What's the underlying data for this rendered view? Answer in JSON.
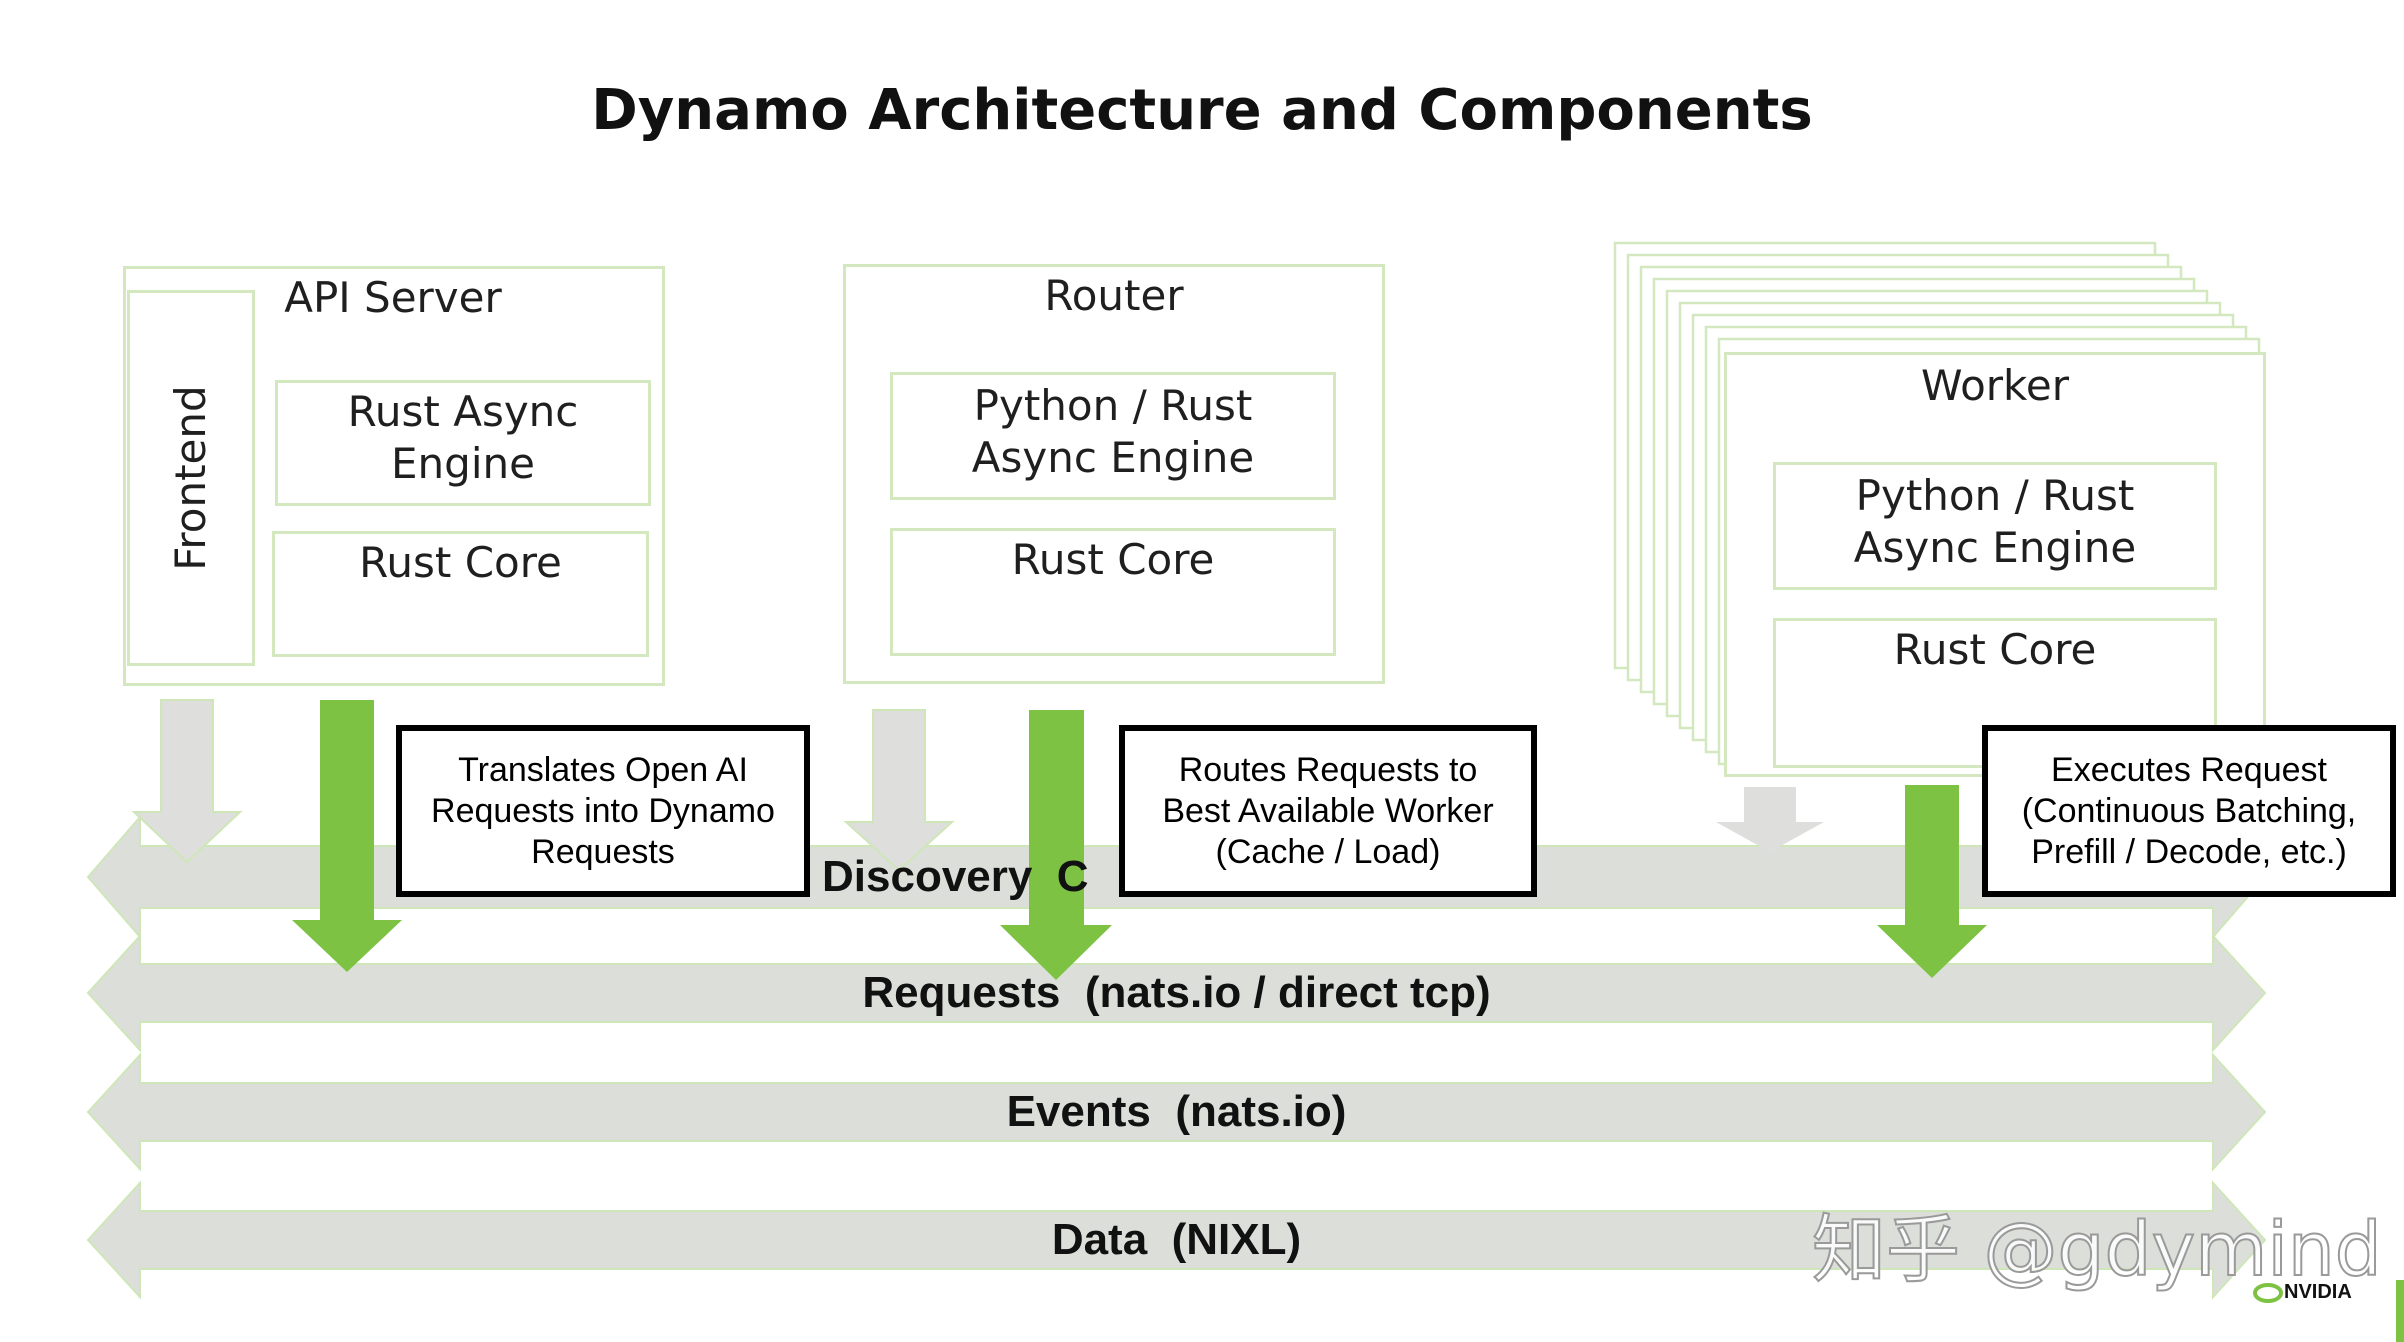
{
  "title": "Dynamo Architecture and Components",
  "components": {
    "api_server": {
      "title": "API Server",
      "frontend": "Frontend",
      "engine": "Rust Async\nEngine",
      "core": "Rust Core"
    },
    "router": {
      "title": "Router",
      "engine": "Python / Rust\nAsync Engine",
      "core": "Rust Core"
    },
    "worker": {
      "title": "Worker",
      "engine": "Python / Rust\nAsync Engine",
      "core": "Rust Core"
    }
  },
  "callouts": {
    "api_server": "Translates Open AI Requests into Dynamo Requests",
    "router": "Routes Requests to Best Available Worker (Cache / Load)",
    "worker": "Executes Request (Continuous Batching, Prefill / Decode, etc.)"
  },
  "buses": {
    "discovery": "Discovery  C",
    "requests": "Requests  (nats.io / direct tcp)",
    "events": "Events  (nats.io)",
    "data": "Data  (NIXL)"
  },
  "watermark": "知乎 @gdymind",
  "brand": "NVIDIA",
  "colors": {
    "accent_green": "#7dc243",
    "bus_gray": "#dcdfd9",
    "light_gray_arrow": "#dedfdd",
    "box_border": "#d4e8c0"
  }
}
